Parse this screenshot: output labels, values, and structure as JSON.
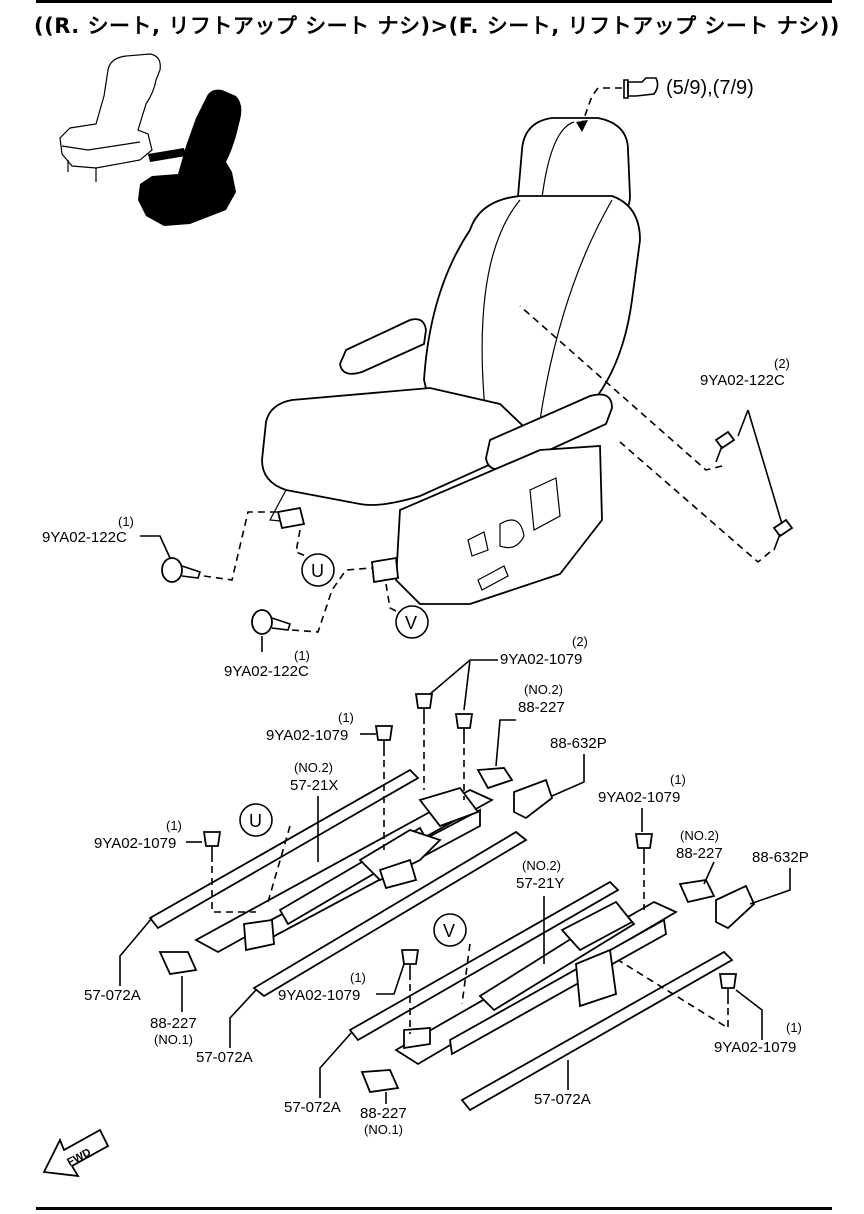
{
  "title": "((R. シート, リフトアップ シート ナシ)>(F. シート, リフトアップ シート ナシ))",
  "reference": "(5/9),(7/9)",
  "view_markers": {
    "u": "U",
    "v": "V"
  },
  "fwd_label": "FWD",
  "parts": {
    "bolt_upper_right": {
      "qty": "(2)",
      "number": "9YA02-122C"
    },
    "bolt_left": {
      "qty": "(1)",
      "number": "9YA02-122C"
    },
    "bolt_lower": {
      "qty": "(1)",
      "number": "9YA02-122C"
    },
    "bolt_1079_top": {
      "qty": "(2)",
      "number": "9YA02-1079"
    },
    "bolt_1079_left": {
      "qty": "(1)",
      "number": "9YA02-1079"
    },
    "bolt_1079_far_left": {
      "qty": "(1)",
      "number": "9YA02-1079"
    },
    "bolt_1079_right": {
      "qty": "(1)",
      "number": "9YA02-1079"
    },
    "bolt_1079_center": {
      "qty": "(1)",
      "number": "9YA02-1079"
    },
    "bolt_1079_lower_right": {
      "qty": "(1)",
      "number": "9YA02-1079"
    },
    "cover_no2_upper": {
      "note": "(NO.2)",
      "number": "88-227"
    },
    "cover_no2_lower": {
      "note": "(NO.2)",
      "number": "88-227"
    },
    "cover_no1_left": {
      "number": "88-227",
      "note": "(NO.1)"
    },
    "cover_no1_lower": {
      "number": "88-227",
      "note": "(NO.1)"
    },
    "bracket_upper": {
      "number": "88-632P"
    },
    "bracket_lower": {
      "number": "88-632P"
    },
    "adjuster_upper": {
      "note": "(NO.2)",
      "number": "57-21X"
    },
    "adjuster_lower": {
      "note": "(NO.2)",
      "number": "57-21Y"
    },
    "rail_a": {
      "number": "57-072A"
    },
    "rail_b": {
      "number": "57-072A"
    },
    "rail_c": {
      "number": "57-072A"
    },
    "rail_d": {
      "number": "57-072A"
    }
  }
}
